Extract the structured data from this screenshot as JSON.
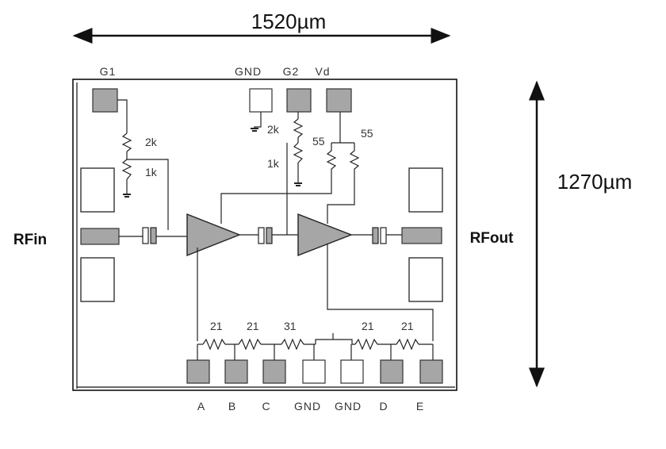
{
  "dimensions": {
    "width": "1520µm",
    "height": "1270µm"
  },
  "ports": {
    "input": "RFin",
    "output": "RFout"
  },
  "top_pads": [
    {
      "id": "g1",
      "label": "G1",
      "filled": true
    },
    {
      "id": "gnd",
      "label": "GND",
      "filled": false
    },
    {
      "id": "g2",
      "label": "G2",
      "filled": true
    },
    {
      "id": "vd",
      "label": "Vd",
      "filled": true
    }
  ],
  "bottom_pads": [
    {
      "id": "a",
      "label": "A",
      "filled": true
    },
    {
      "id": "b",
      "label": "B",
      "filled": true
    },
    {
      "id": "c",
      "label": "C",
      "filled": true
    },
    {
      "id": "gnd1",
      "label": "GND",
      "filled": false
    },
    {
      "id": "gnd2",
      "label": "GND",
      "filled": false
    },
    {
      "id": "d",
      "label": "D",
      "filled": true
    },
    {
      "id": "e",
      "label": "E",
      "filled": true
    }
  ],
  "resistors": {
    "g1_upper": "2k",
    "g1_lower": "1k",
    "g2_upper": "2k",
    "g2_lower": "1k",
    "vd_left": "55",
    "vd_right": "55",
    "ab": "21",
    "bc": "21",
    "c_gnd": "31",
    "gnd_d": "21",
    "de": "21"
  },
  "colors": {
    "pad_fill": "#a6a6a6",
    "amp_fill": "#a6a6a6",
    "frame": "#111111",
    "wire": "#222222"
  }
}
